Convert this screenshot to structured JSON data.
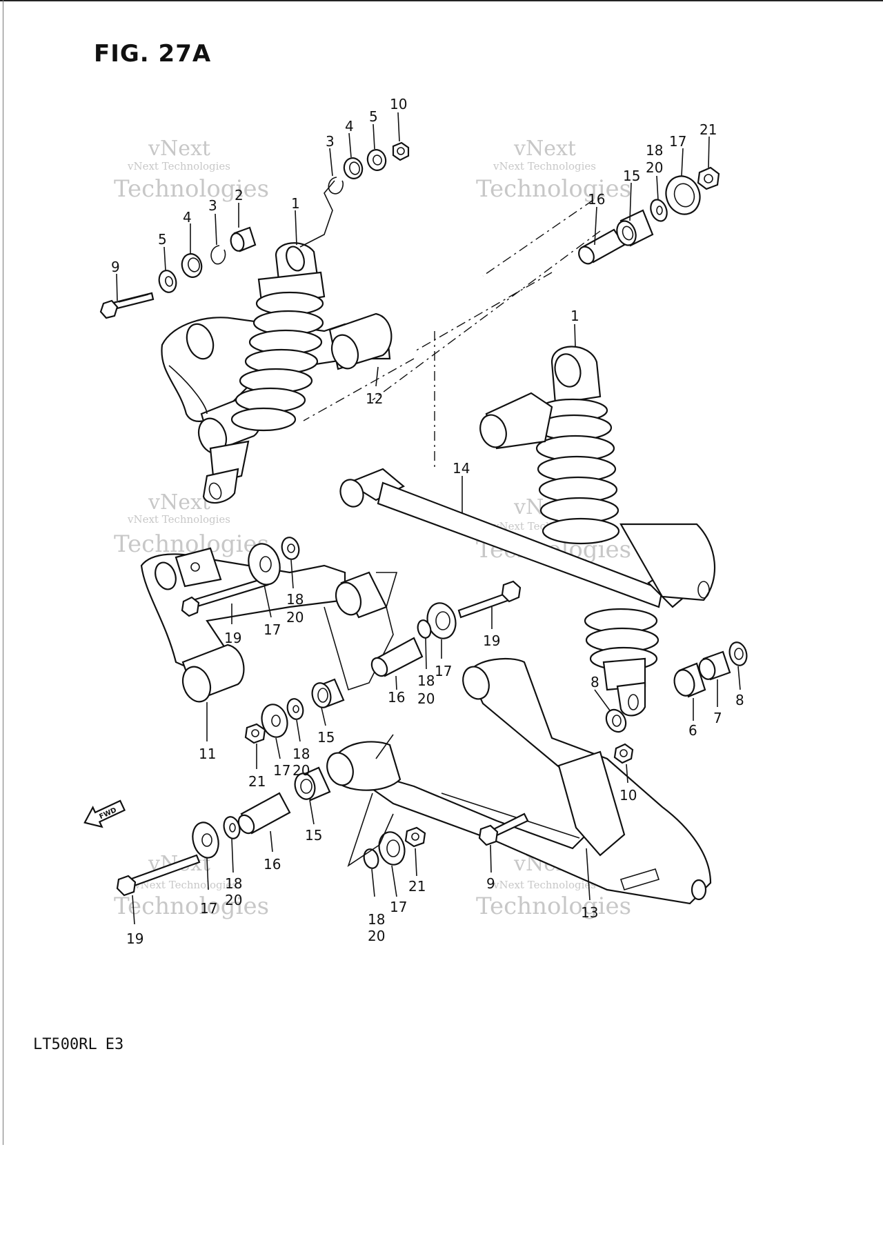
{
  "figure": {
    "title": "FIG. 27A",
    "model": "LT500RL",
    "region": "E3"
  },
  "watermark": {
    "line1": "vNext Technologies",
    "line2": "vNext",
    "line3": "Technologies"
  },
  "fwd_arrow": {
    "label": "FWD"
  },
  "callouts": [
    {
      "id": "c-10-top",
      "text": "10"
    },
    {
      "id": "c-5-top",
      "text": "5"
    },
    {
      "id": "c-4-top",
      "text": "4"
    },
    {
      "id": "c-3-top",
      "text": "3"
    },
    {
      "id": "c-2",
      "text": "2"
    },
    {
      "id": "c-3-mid",
      "text": "3"
    },
    {
      "id": "c-1-left",
      "text": "1"
    },
    {
      "id": "c-4-left",
      "text": "4"
    },
    {
      "id": "c-5-left",
      "text": "5"
    },
    {
      "id": "c-9-left",
      "text": "9"
    },
    {
      "id": "c-12",
      "text": "12"
    },
    {
      "id": "c-21-top",
      "text": "21"
    },
    {
      "id": "c-17-top",
      "text": "17"
    },
    {
      "id": "c-18-top",
      "text": "18"
    },
    {
      "id": "c-20-top",
      "text": "20"
    },
    {
      "id": "c-15-top",
      "text": "15"
    },
    {
      "id": "c-16-top",
      "text": "16"
    },
    {
      "id": "c-1-right",
      "text": "1"
    },
    {
      "id": "c-14",
      "text": "14"
    },
    {
      "id": "c-19-a",
      "text": "19"
    },
    {
      "id": "c-17-a",
      "text": "17"
    },
    {
      "id": "c-18-a",
      "text": "18"
    },
    {
      "id": "c-20-a",
      "text": "20"
    },
    {
      "id": "c-19-b",
      "text": "19"
    },
    {
      "id": "c-17-b",
      "text": "17"
    },
    {
      "id": "c-16-b",
      "text": "16"
    },
    {
      "id": "c-18-b",
      "text": "18"
    },
    {
      "id": "c-20-b",
      "text": "20"
    },
    {
      "id": "c-15-b",
      "text": "15"
    },
    {
      "id": "c-11",
      "text": "11"
    },
    {
      "id": "c-21-b",
      "text": "21"
    },
    {
      "id": "c-17-c",
      "text": "17"
    },
    {
      "id": "c-18-c",
      "text": "18"
    },
    {
      "id": "c-20-c",
      "text": "20"
    },
    {
      "id": "c-8-a",
      "text": "8"
    },
    {
      "id": "c-6",
      "text": "6"
    },
    {
      "id": "c-7",
      "text": "7"
    },
    {
      "id": "c-8-b",
      "text": "8"
    },
    {
      "id": "c-10-b",
      "text": "10"
    },
    {
      "id": "c-15-c",
      "text": "15"
    },
    {
      "id": "c-16-c",
      "text": "16"
    },
    {
      "id": "c-18-d",
      "text": "18"
    },
    {
      "id": "c-20-d",
      "text": "20"
    },
    {
      "id": "c-17-d",
      "text": "17"
    },
    {
      "id": "c-19-c",
      "text": "19"
    },
    {
      "id": "c-21-c",
      "text": "21"
    },
    {
      "id": "c-17-e",
      "text": "17"
    },
    {
      "id": "c-18-e",
      "text": "18"
    },
    {
      "id": "c-20-e",
      "text": "20"
    },
    {
      "id": "c-9-b",
      "text": "9"
    },
    {
      "id": "c-13",
      "text": "13"
    }
  ]
}
